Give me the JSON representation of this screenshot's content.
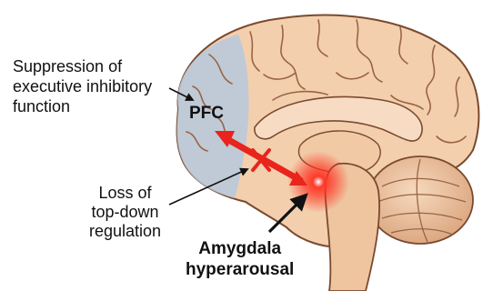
{
  "labels": {
    "suppression": [
      "Suppression of",
      "executive inhibitory",
      "function"
    ],
    "pfc": "PFC",
    "loss": [
      "Loss of",
      "top-down",
      "regulation"
    ],
    "amygdala": [
      "Amygdala",
      "hyperarousal"
    ]
  },
  "colors": {
    "brain_surface": "#f3cfae",
    "brain_outline": "#7a4a2e",
    "pfc_region": "#b9c9da",
    "arrow_red": "#e8241c",
    "amygdala_glow": "#ff2a1a",
    "cerebellum": "#efc9a6",
    "brainstem": "#efc5a0"
  }
}
